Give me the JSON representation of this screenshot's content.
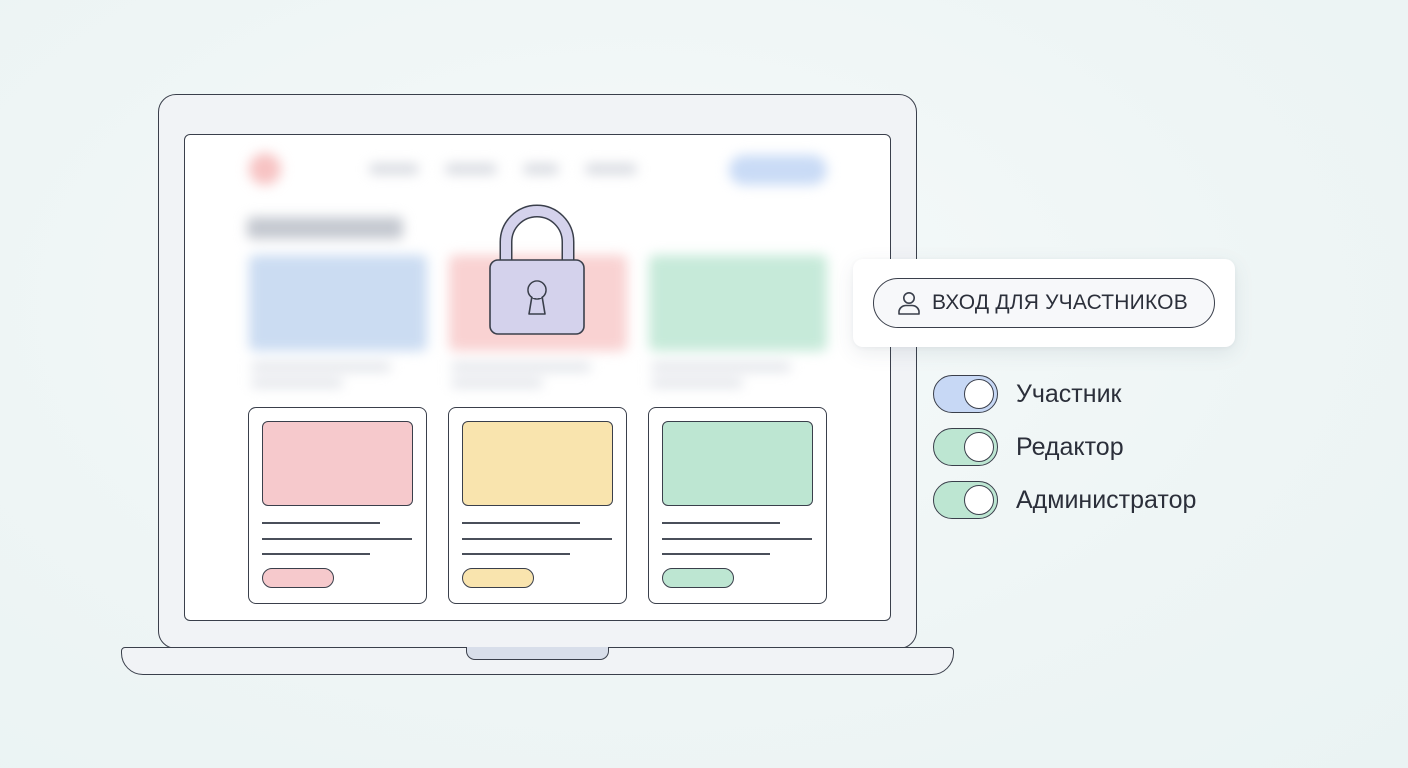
{
  "colors": {
    "accent_blue": "#c7d8f5",
    "accent_pink": "#f6c9cc",
    "accent_yellow": "#f9e4ae",
    "accent_green": "#bde6d2",
    "lock_fill": "#d4d2ec",
    "outline": "#3a3f4b"
  },
  "login": {
    "icon": "user-icon",
    "label": "ВХОД ДЛЯ УЧАСТНИКОВ"
  },
  "roles": [
    {
      "label": "Участник",
      "enabled": true,
      "color": "#c7d8f5"
    },
    {
      "label": "Редактор",
      "enabled": true,
      "color": "#bde6d2"
    },
    {
      "label": "Администратор",
      "enabled": true,
      "color": "#bde6d2"
    }
  ],
  "cards": [
    {
      "color": "#f6c9cc"
    },
    {
      "color": "#f9e4ae"
    },
    {
      "color": "#bde6d2"
    }
  ],
  "lock": {
    "icon": "padlock-icon"
  }
}
